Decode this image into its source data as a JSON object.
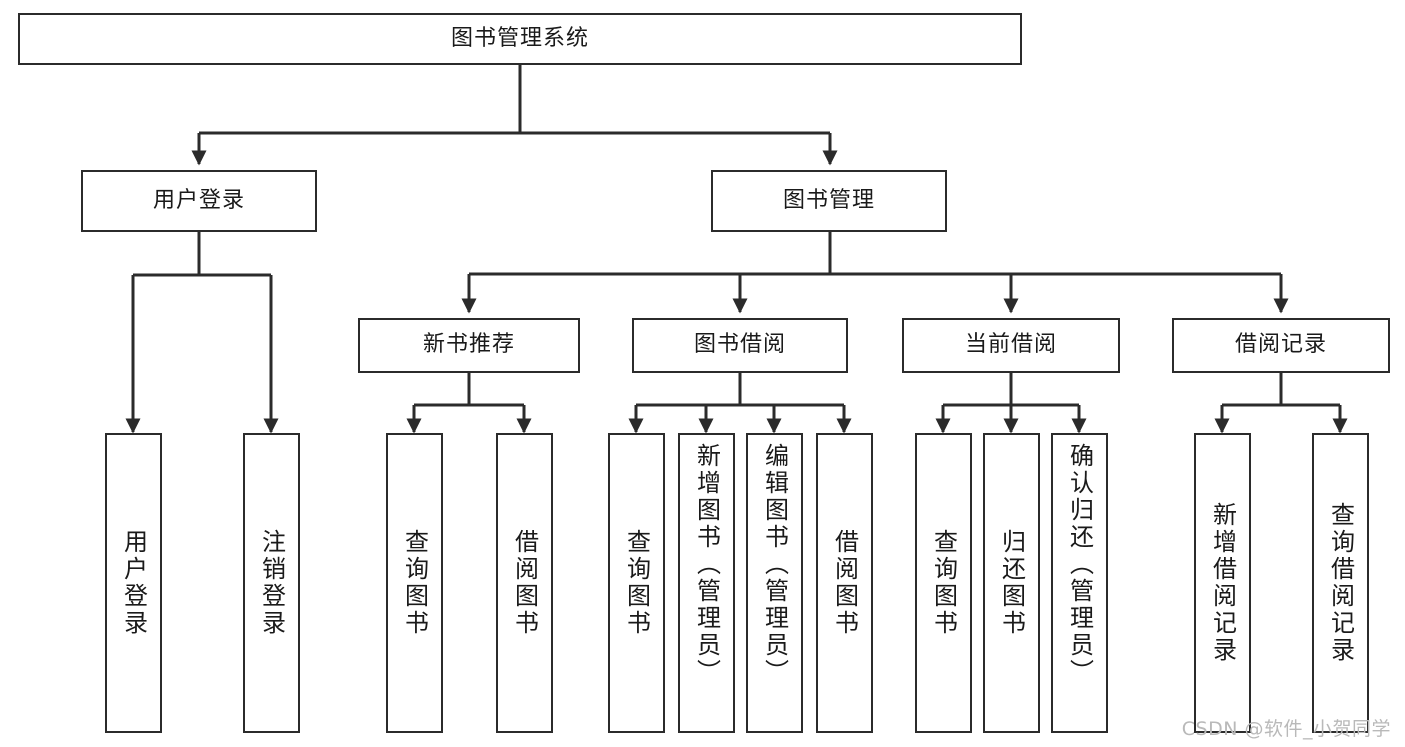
{
  "diagram": {
    "type": "hierarchy-tree",
    "title": "图书管理系统",
    "root": {
      "id": "root",
      "label": "图书管理系统"
    },
    "level2": [
      {
        "id": "user-login",
        "label": "用户登录"
      },
      {
        "id": "book-manage",
        "label": "图书管理"
      }
    ],
    "level3": [
      {
        "id": "new-book-rec",
        "label": "新书推荐",
        "parent": "book-manage"
      },
      {
        "id": "book-borrow",
        "label": "图书借阅",
        "parent": "book-manage"
      },
      {
        "id": "current-borrow",
        "label": "当前借阅",
        "parent": "book-manage"
      },
      {
        "id": "borrow-record",
        "label": "借阅记录",
        "parent": "book-manage"
      }
    ],
    "leaves": [
      {
        "id": "leaf-user-login",
        "label": "用户登录",
        "parent": "user-login"
      },
      {
        "id": "leaf-logout",
        "label": "注销登录",
        "parent": "user-login"
      },
      {
        "id": "leaf-query-book-1",
        "label": "查询图书",
        "parent": "new-book-rec"
      },
      {
        "id": "leaf-borrow-book-1",
        "label": "借阅图书",
        "parent": "new-book-rec"
      },
      {
        "id": "leaf-query-book-2",
        "label": "查询图书",
        "parent": "book-borrow"
      },
      {
        "id": "leaf-add-book",
        "label": "新增图书（管理员）",
        "parent": "book-borrow"
      },
      {
        "id": "leaf-edit-book",
        "label": "编辑图书（管理员）",
        "parent": "book-borrow"
      },
      {
        "id": "leaf-borrow-book-2",
        "label": "借阅图书",
        "parent": "book-borrow"
      },
      {
        "id": "leaf-query-book-3",
        "label": "查询图书",
        "parent": "current-borrow"
      },
      {
        "id": "leaf-return-book",
        "label": "归还图书",
        "parent": "current-borrow"
      },
      {
        "id": "leaf-confirm-return",
        "label": "确认归还（管理员）",
        "parent": "current-borrow"
      },
      {
        "id": "leaf-add-record",
        "label": "新增借阅记录",
        "parent": "borrow-record"
      },
      {
        "id": "leaf-query-record",
        "label": "查询借阅记录",
        "parent": "borrow-record"
      }
    ],
    "colors": {
      "stroke": "#2b2b2b",
      "fill": "#ffffff",
      "text": "#1a1a1a",
      "watermark": "#b9b9b9"
    }
  },
  "watermark": {
    "text": "CSDN @软件_小贺同学"
  }
}
